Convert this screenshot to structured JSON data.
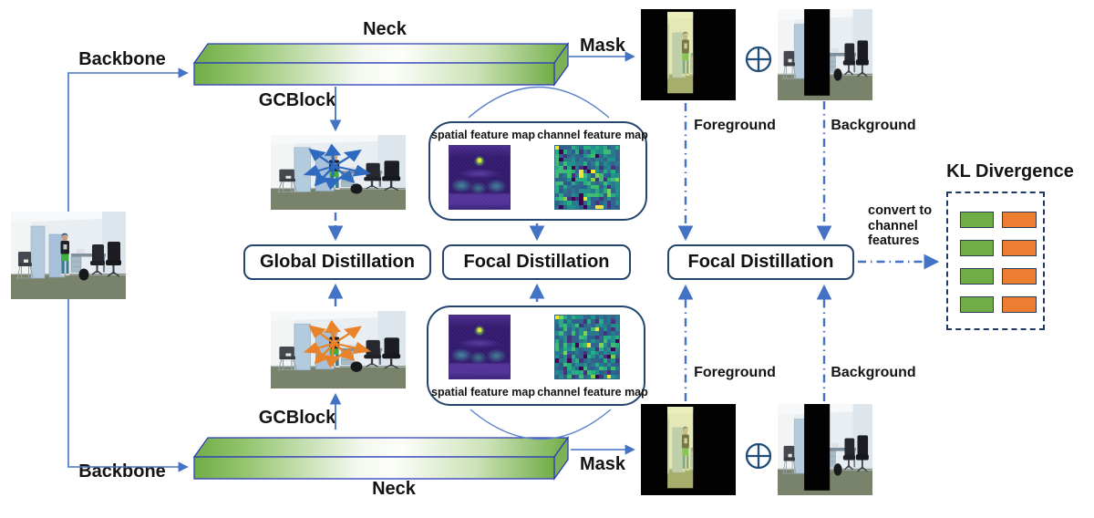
{
  "teacher_branch": {
    "backbone": "Backbone",
    "neck": "Neck",
    "gcblock": "GCBlock",
    "mask": "Mask",
    "foreground_label": "Foreground",
    "background_label": "Background"
  },
  "student_branch": {
    "backbone": "Backbone",
    "neck": "Neck",
    "gcblock": "GCBlock",
    "mask": "Mask",
    "foreground_label": "Foreground",
    "background_label": "Background"
  },
  "distillation_boxes": {
    "global": "Global Distillation",
    "focal_mid": "Focal Distillation",
    "focal_right": "Focal Distillation"
  },
  "feature_map_panels": {
    "teacher": {
      "spatial": "spatial feature map",
      "channel": "channel feature map"
    },
    "student": {
      "spatial": "spatial feature map",
      "channel": "channel feature map"
    }
  },
  "kl": {
    "title": "KL Divergence",
    "convert_lines": [
      "convert to",
      "channel",
      "features"
    ],
    "rows": 4,
    "cols": 2
  },
  "colors": {
    "accent_blue": "#4472C4",
    "border_navy": "#1F3864",
    "box_border": "#24456E",
    "bar_green": "#71AD47",
    "kl_green": "#70AD47",
    "kl_orange": "#ED7D31",
    "attention_blue": "#2E6BC0",
    "attention_orange": "#ED7D31"
  }
}
